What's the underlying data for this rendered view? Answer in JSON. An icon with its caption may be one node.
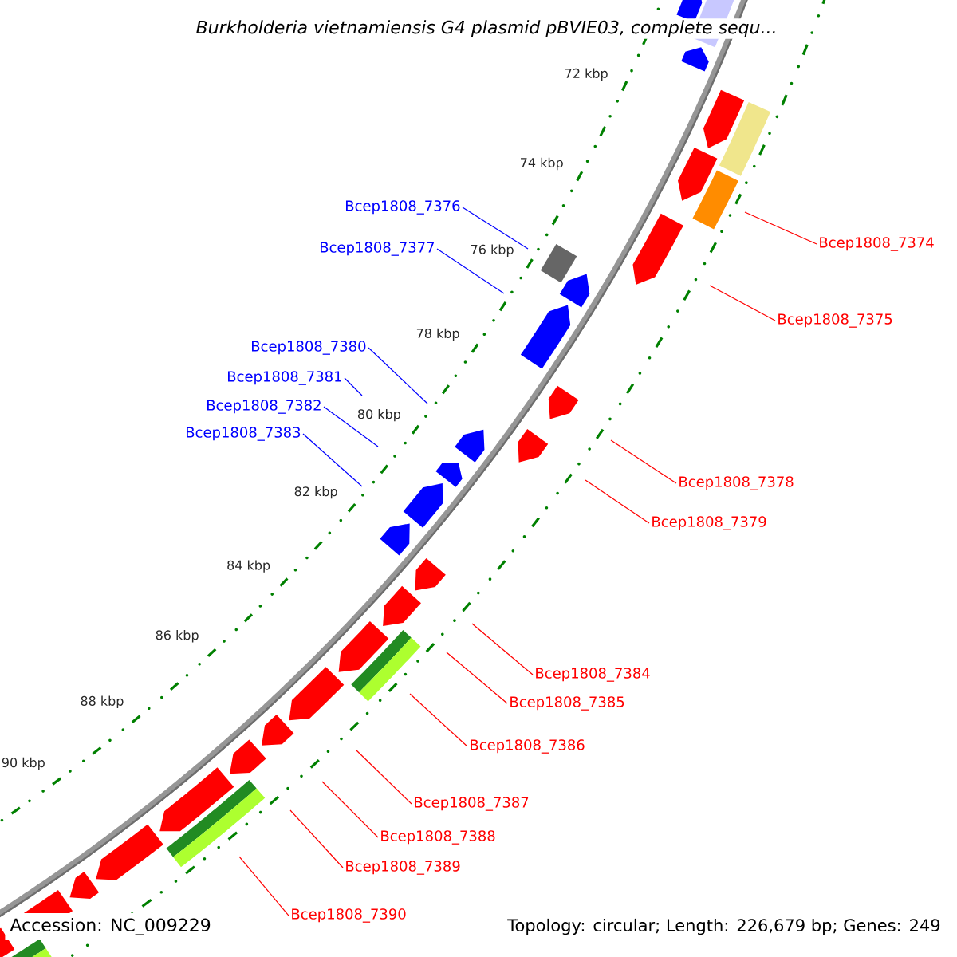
{
  "diagram": {
    "title": "Burkholderia vietnamiensis G4 plasmid pBVIE03, complete sequ...",
    "nodes": [
      {
        "text": [
          "Bcep1808_7376"
        ]
      },
      {
        "text": [
          "Bcep1808_7374"
        ]
      },
      {
        "text": [
          "Bcep1808_7377"
        ]
      },
      {
        "text": [
          "Bcep1808_7375"
        ]
      },
      {
        "text": [
          "Bcep1808_7380"
        ]
      },
      {
        "text": [
          "Bcep1808_7381"
        ]
      },
      {
        "text": [
          "Bcep1808_7382"
        ]
      },
      {
        "text": [
          "Bcep1808_7383"
        ]
      },
      {
        "text": [
          "Bcep1808_7378"
        ]
      },
      {
        "text": [
          "Bcep1808_7379"
        ]
      },
      {
        "text": [
          "Bcep1808_7384"
        ]
      },
      {
        "text": [
          "Bcep1808_7385"
        ]
      },
      {
        "text": [
          "Bcep1808_7386"
        ]
      },
      {
        "text": [
          "Bcep1808_7387"
        ]
      },
      {
        "text": [
          "Bcep1808_7388"
        ]
      },
      {
        "text": [
          "Bcep1808_7389"
        ]
      },
      {
        "text": [
          "Bcep1808_7390"
        ]
      }
    ],
    "edges": [
      {
        "from": 0,
        "to": null,
        "arrow": "none",
        "color": "#0000ff"
      },
      {
        "from": 1,
        "to": null,
        "arrow": "none"
      },
      {
        "from": 2,
        "to": null,
        "arrow": "none",
        "color": "#0000ff"
      },
      {
        "from": 3,
        "to": null,
        "arrow": "none"
      },
      {
        "from": 4,
        "to": null,
        "arrow": "none",
        "color": "#0000ff"
      },
      {
        "from": 5,
        "to": null,
        "arrow": "none",
        "color": "#0000ff"
      },
      {
        "from": 6,
        "to": null,
        "arrow": "none",
        "color": "#0000ff"
      },
      {
        "from": 7,
        "to": null,
        "arrow": "none",
        "color": "#0000ff"
      },
      {
        "from": 8,
        "to": null,
        "arrow": "none"
      },
      {
        "from": 9,
        "to": null,
        "arrow": "none"
      },
      {
        "from": 10,
        "to": null,
        "arrow": "none"
      },
      {
        "from": 11,
        "to": null,
        "arrow": "none"
      },
      {
        "from": 12,
        "to": null,
        "arrow": "none"
      },
      {
        "from": 13,
        "to": null,
        "arrow": "none"
      },
      {
        "from": 14,
        "to": null,
        "arrow": "none"
      },
      {
        "from": 15,
        "to": null,
        "arrow": "none"
      },
      {
        "from": 16,
        "to": null,
        "arrow": "none"
      }
    ],
    "labels": [
      "72 kbp",
      "74 kbp",
      "76 kbp",
      "78 kbp",
      "80 kbp",
      "82 kbp",
      "84 kbp",
      "86 kbp",
      "88 kbp",
      "90 kbp",
      "Accession: NC_009229",
      "Topology: circular; Length: 226,679 bp; Genes: 249"
    ]
  }
}
